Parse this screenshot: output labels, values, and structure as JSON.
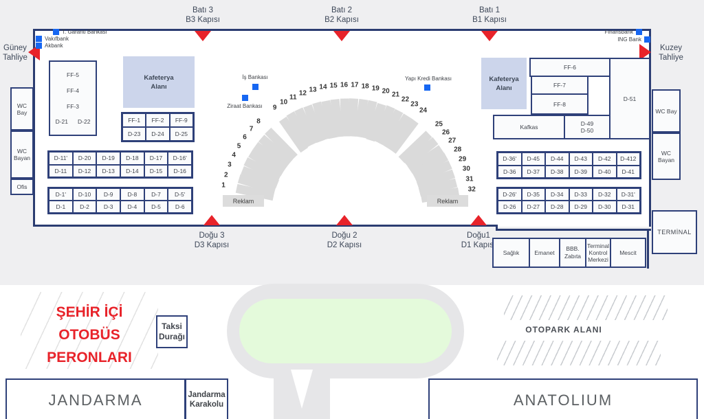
{
  "colors": {
    "accent_red": "#e8232a",
    "bank_blue": "#1767f2",
    "navy_border": "#2b3c71",
    "kafeterya_fill": "#ccd5eb",
    "bay_gray": "#dadada",
    "roundabout_green": "#e4fadb"
  },
  "gates": {
    "top": [
      {
        "line1": "Batı 3",
        "line2": "B3 Kapısı"
      },
      {
        "line1": "Batı 2",
        "line2": "B2 Kapısı"
      },
      {
        "line1": "Batı 1",
        "line2": "B1 Kapısı"
      }
    ],
    "bottom": [
      {
        "line1": "Doğu 3",
        "line2": "D3 Kapısı"
      },
      {
        "line1": "Doğu 2",
        "line2": "D2 Kapısı"
      },
      {
        "line1": "Doğu1",
        "line2": "D1 Kapısı"
      }
    ],
    "left": {
      "line1": "Güney",
      "line2": "Tahliye"
    },
    "right": {
      "line1": "Kuzey",
      "line2": "Tahliye"
    }
  },
  "banks": {
    "top_left": [
      "T. Garanti Bankası",
      "Vakıfbank",
      "Akbank"
    ],
    "top_right": [
      "Finansbank",
      "ING Bank"
    ],
    "is_bankasi": "İş Bankası",
    "ziraat": "Ziraat Bankası",
    "yapi_kredi": "Yapı Kredi Bankası"
  },
  "left_wing": {
    "stack": [
      "FF-5",
      "FF-4",
      "FF-3"
    ],
    "stack_bottom": [
      "D-21",
      "D-22"
    ],
    "kafeterya": {
      "line1": "Kafeterya",
      "line2": "Alanı"
    },
    "ff_grid": [
      [
        "FF-1",
        "FF-2",
        "FF-9"
      ],
      [
        "D-23",
        "D-24",
        "D-25"
      ]
    ],
    "table_top": [
      [
        "D-11'",
        "D-20",
        "D-19",
        "D-18",
        "D-17",
        "D-16'"
      ],
      [
        "D-11",
        "D-12",
        "D-13",
        "D-14",
        "D-15",
        "D-16"
      ]
    ],
    "table_bottom": [
      [
        "D-1'",
        "D-10",
        "D-9",
        "D-8",
        "D-7",
        "D-5'"
      ],
      [
        "D-1",
        "D-2",
        "D-3",
        "D-4",
        "D-5",
        "D-6"
      ]
    ],
    "side_rooms": [
      "WC Bay",
      "WC Bayan",
      "Ofis"
    ]
  },
  "right_wing": {
    "kafeterya": {
      "line1": "Kafeterya",
      "line2": "Alanı"
    },
    "ff6": "FF-6",
    "ff7": "FF-7",
    "ff8": "FF-8",
    "d51": "D-51",
    "kafkas": "Kafkas",
    "d49": "D-49",
    "d50": "D-50",
    "table_top": [
      [
        "D-36'",
        "D-45",
        "D-44",
        "D-43",
        "D-42",
        "D-412"
      ],
      [
        "D-36",
        "D-37",
        "D-38",
        "D-39",
        "D-40",
        "D-41"
      ]
    ],
    "table_bottom": [
      [
        "D-26'",
        "D-35",
        "D-34",
        "D-33",
        "D-32",
        "D-31'"
      ],
      [
        "D-26",
        "D-27",
        "D-28",
        "D-29",
        "D-30",
        "D-31"
      ]
    ],
    "side_rooms": [
      "WC Bay",
      "WC Bayan"
    ],
    "terminal": "TERMİNAL"
  },
  "annex": [
    "Sağlık",
    "Emanet",
    "BBB. Zabıta",
    "Terminal Kontrol Merkezi",
    "Mescit"
  ],
  "platforms": {
    "numbers": [
      1,
      2,
      3,
      4,
      5,
      6,
      7,
      8,
      9,
      10,
      11,
      12,
      13,
      14,
      15,
      16,
      17,
      18,
      19,
      20,
      21,
      22,
      23,
      24,
      25,
      26,
      27,
      28,
      29,
      30,
      31,
      32
    ],
    "gaps_after": [
      8,
      24
    ],
    "reklam": "Reklam"
  },
  "bottom": {
    "sehir_ici": [
      "ŞEHİR İÇİ",
      "OTOBÜS",
      "PERONLARI"
    ],
    "taksi": {
      "line1": "Taksi",
      "line2": "Durağı"
    },
    "jandarma": "JANDARMA",
    "jandarma_karakolu": {
      "line1": "Jandarma",
      "line2": "Karakolu"
    },
    "otopark": "OTOPARK ALANI",
    "anatolium": "ANATOLIUM"
  }
}
